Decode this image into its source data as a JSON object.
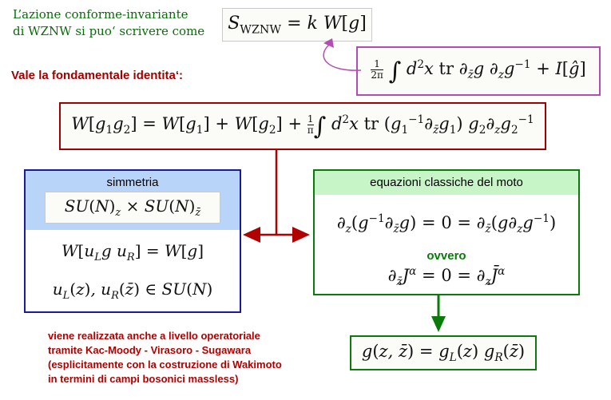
{
  "intro": {
    "line1": "L’azione conforme-invariante",
    "line2": "di WZNW si puo‘ scrivere come"
  },
  "heading": "Vale la fondamentale identita‘:",
  "symmetry": {
    "title": "simmetria"
  },
  "equations": {
    "title": "equazioni classiche del moto",
    "or_label": "ovvero"
  },
  "note": {
    "line1": "viene realizzata anche a livello operatoriale",
    "line2": "tramite Kac-Moody - Virasoro - Sugawara",
    "line3": "(esplicitamente con la costruzione di Wakimoto",
    "line4": "in termini di campi bosonici massless)"
  },
  "colors": {
    "intro_text": "#0a6b0a",
    "heading_text": "#a00000",
    "identity_border": "#a00000",
    "formula_border": "#b44cb4",
    "symmetry_border": "#1a1a9a",
    "symmetry_header": "#b8d4f8",
    "equations_border": "#0a7a0a",
    "equations_header": "#c8f5c8",
    "note_text": "#b00000"
  }
}
